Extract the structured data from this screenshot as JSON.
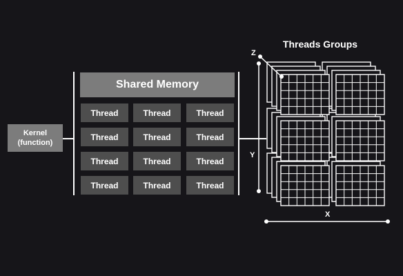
{
  "kernel": {
    "line1": "Kernel",
    "line2": "(function)"
  },
  "shared_memory": {
    "label": "Shared Memory"
  },
  "threads": {
    "label": "Thread",
    "rows": 4,
    "cols": 3
  },
  "groups": {
    "title": "Threads Groups",
    "axis_z": "Z",
    "axis_y": "Y",
    "axis_x": "X"
  },
  "colors": {
    "background": "#161519",
    "box": "#7c7c7c",
    "thread": "#4e4e4e",
    "line": "#ffffff"
  }
}
